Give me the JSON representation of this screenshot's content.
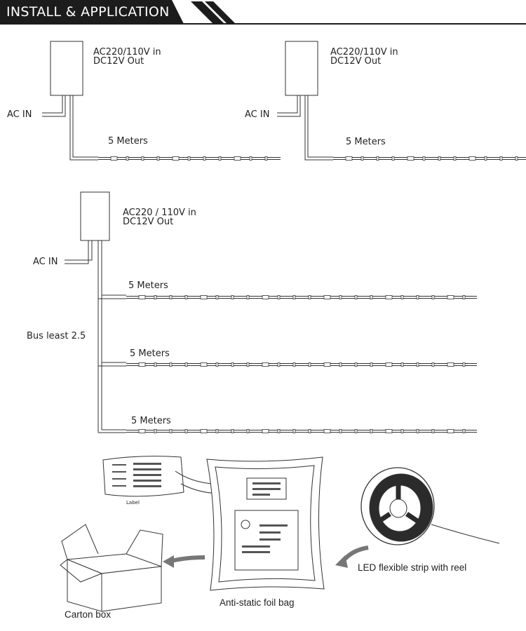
{
  "header": {
    "title": "INSTALL & APPLICATION"
  },
  "diagram_single": [
    {
      "psu_label_line1": "AC220/110V in",
      "psu_label_line2": "DC12V Out",
      "ac_in": "AC IN",
      "length": "5 Meters"
    },
    {
      "psu_label_line1": "AC220/110V in",
      "psu_label_line2": "DC12V Out",
      "ac_in": "AC IN",
      "length": "5 Meters"
    }
  ],
  "diagram_parallel": {
    "psu_label_line1": "AC220 / 110V in",
    "psu_label_line2": "DC12V Out",
    "ac_in": "AC IN",
    "bus": "Bus  least 2.5",
    "strips": [
      "5 Meters",
      "5 Meters",
      "5 Meters"
    ]
  },
  "packaging": {
    "label": "Label",
    "bag": "Anti-static foil bag",
    "reel": "LED flexible strip with reel",
    "box": "Carton box"
  }
}
